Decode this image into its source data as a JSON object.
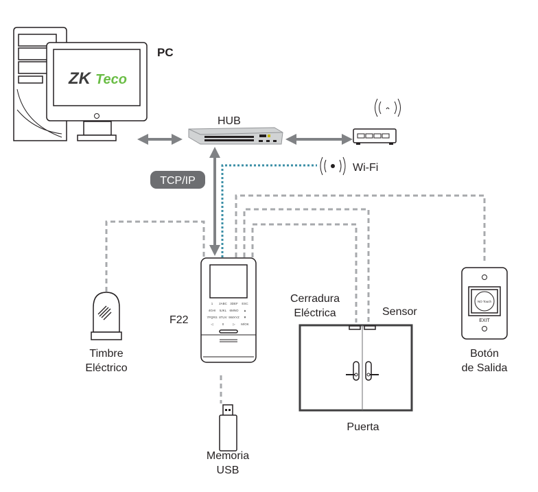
{
  "labels": {
    "pc": "PC",
    "hub": "HUB",
    "tcpip": "TCP/IP",
    "wifi": "Wi-Fi",
    "device": "F22",
    "bell_1": "Timbre",
    "bell_2": "Eléctrico",
    "lock_1": "Cerradura",
    "lock_2": "Eléctrica",
    "sensor": "Sensor",
    "door": "Puerta",
    "exit_1": "Botón",
    "exit_2": "de Salida",
    "usb_1": "Memoria",
    "usb_2": "USB"
  },
  "logo": {
    "zk": "ZK",
    "teco": "Teco"
  },
  "exit_button": {
    "face": "NO Touch",
    "exit": "EXIT"
  },
  "keypad": [
    "1",
    "2ABC",
    "3DEF",
    "ESC",
    "4GHI",
    "5JKL",
    "6MNO",
    "▲",
    "7PQRS",
    "8TUV",
    "9WXYZ",
    "▼",
    "◁",
    "0",
    "▷",
    "M/OK"
  ],
  "colors": {
    "wire": "#a7a9ac",
    "wifi_wire": "#3a8ea5",
    "arrow": "#808285",
    "logo_green": "#6abd45",
    "logo_dark": "#3c3c3c"
  }
}
